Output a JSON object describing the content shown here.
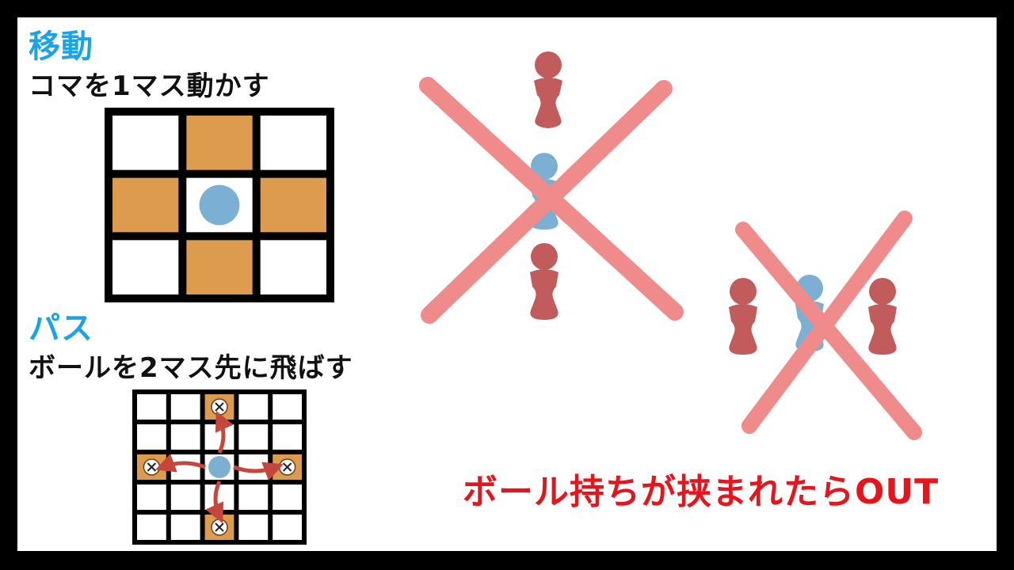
{
  "move": {
    "title": "移動",
    "description": "コマを1マス動かす",
    "grid": {
      "rows": 3,
      "cols": 3,
      "highlighted_cells": [
        [
          0,
          1
        ],
        [
          1,
          0
        ],
        [
          1,
          2
        ],
        [
          2,
          1
        ]
      ],
      "piece_cell": [
        1,
        1
      ]
    }
  },
  "pass": {
    "title": "パス",
    "description": "ボールを2マス先に飛ばす",
    "grid": {
      "rows": 5,
      "cols": 5,
      "target_cells": [
        [
          0,
          2
        ],
        [
          2,
          0
        ],
        [
          2,
          4
        ],
        [
          4,
          2
        ]
      ],
      "ball_cell": [
        2,
        2
      ]
    }
  },
  "rule_text": "ボール持ちが挟まれたらOUT",
  "colors": {
    "heading": "#1aa3e8",
    "rule_text": "#e8141c",
    "highlight": "#dd9b4d",
    "ball": "#7bafd4",
    "opponent_piece": "#c25b5b",
    "cross": "#f08b8b",
    "arrow": "#c4463c"
  }
}
